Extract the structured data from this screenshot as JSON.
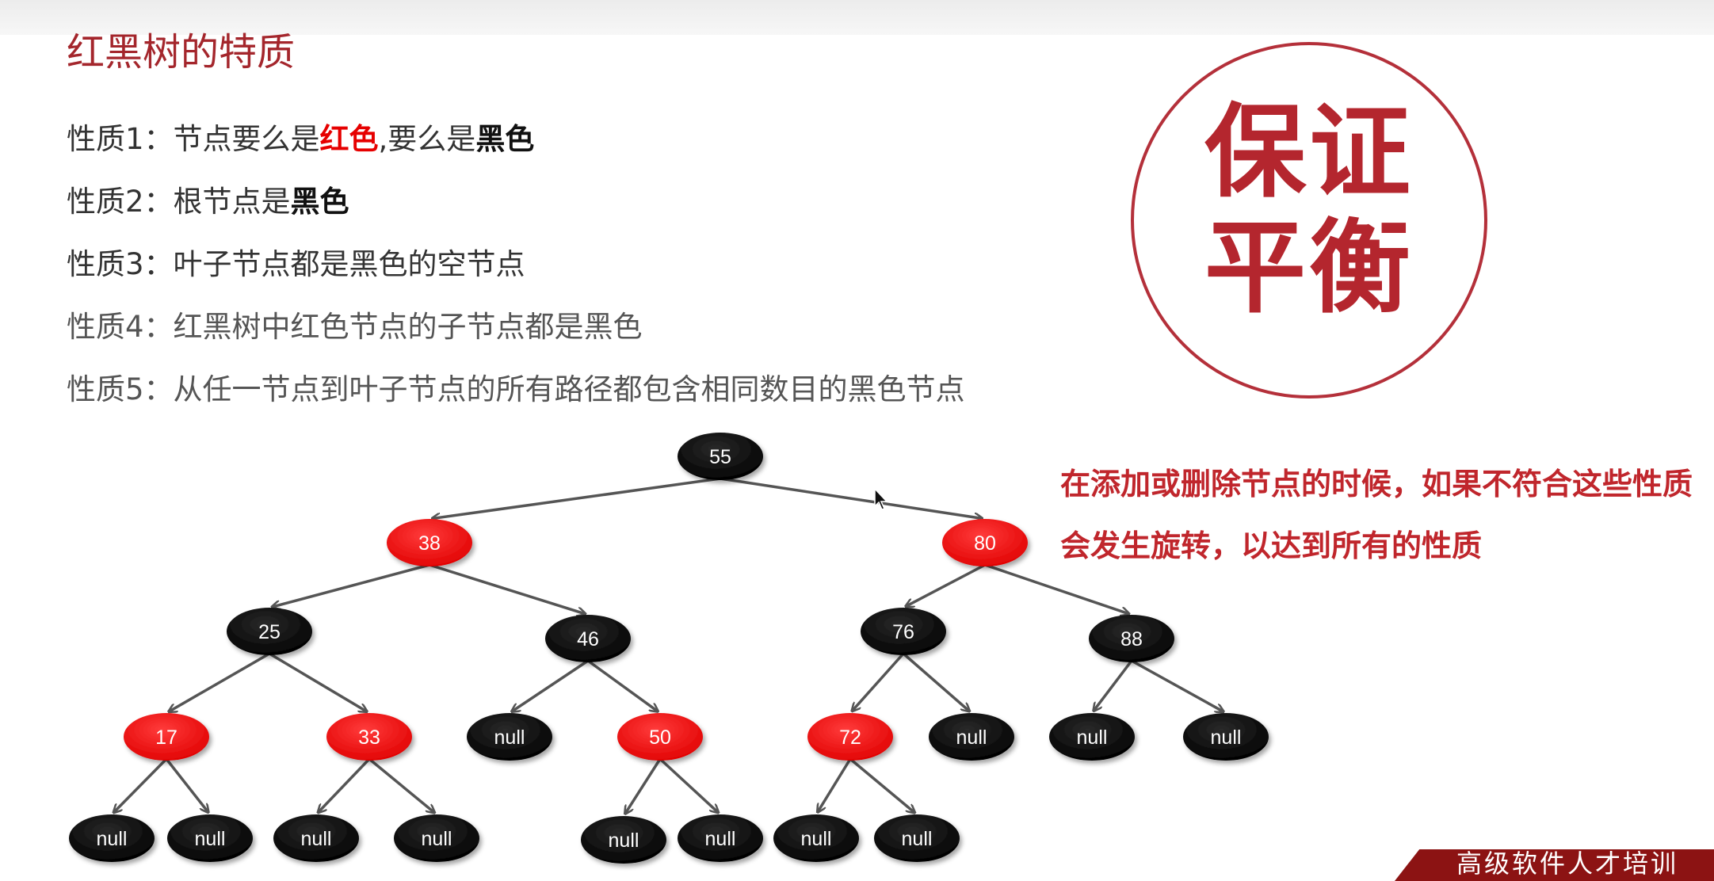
{
  "slide": {
    "title": "红黑树的特质"
  },
  "properties": [
    {
      "prefix": "性质1：节点要么是",
      "red": "红色",
      "middle": ",要么是",
      "black": "黑色"
    },
    {
      "prefix": "性质2：根节点是",
      "black": "黑色"
    },
    {
      "text": "性质3：叶子节点都是黑色的空节点"
    },
    {
      "text": "性质4：红黑树中红色节点的子节点都是黑色"
    },
    {
      "text": "性质5：从任一节点到叶子节点的所有路径都包含相同数目的黑色节点"
    }
  ],
  "seal": {
    "line1": "保证",
    "line2": "平衡"
  },
  "note": {
    "text": "在添加或删除节点的时候，如果不符合这些性质会发生旋转，以达到所有的性质"
  },
  "footer": {
    "text": "高级软件人才培训"
  },
  "colors": {
    "red_node": "#f20000",
    "black_node": "#050505",
    "accent": "#a4262c"
  },
  "tree": {
    "nodes": [
      {
        "id": "n55",
        "label": "55",
        "color": "black"
      },
      {
        "id": "n38",
        "label": "38",
        "color": "red"
      },
      {
        "id": "n80",
        "label": "80",
        "color": "red"
      },
      {
        "id": "n25",
        "label": "25",
        "color": "black"
      },
      {
        "id": "n46",
        "label": "46",
        "color": "black"
      },
      {
        "id": "n76",
        "label": "76",
        "color": "black"
      },
      {
        "id": "n88",
        "label": "88",
        "color": "black"
      },
      {
        "id": "n17",
        "label": "17",
        "color": "red"
      },
      {
        "id": "n33",
        "label": "33",
        "color": "red"
      },
      {
        "id": "n46l",
        "label": "null",
        "color": "black"
      },
      {
        "id": "n50",
        "label": "50",
        "color": "red"
      },
      {
        "id": "n72",
        "label": "72",
        "color": "red"
      },
      {
        "id": "n76r",
        "label": "null",
        "color": "black"
      },
      {
        "id": "n88l",
        "label": "null",
        "color": "black"
      },
      {
        "id": "n88r",
        "label": "null",
        "color": "black"
      },
      {
        "id": "n17l",
        "label": "null",
        "color": "black"
      },
      {
        "id": "n17r",
        "label": "null",
        "color": "black"
      },
      {
        "id": "n33l",
        "label": "null",
        "color": "black"
      },
      {
        "id": "n33r",
        "label": "null",
        "color": "black"
      },
      {
        "id": "n50l",
        "label": "null",
        "color": "black"
      },
      {
        "id": "n50r",
        "label": "null",
        "color": "black"
      },
      {
        "id": "n72l",
        "label": "null",
        "color": "black"
      },
      {
        "id": "n72r",
        "label": "null",
        "color": "black"
      }
    ],
    "edges": [
      [
        "n55",
        "n38"
      ],
      [
        "n55",
        "n80"
      ],
      [
        "n38",
        "n25"
      ],
      [
        "n38",
        "n46"
      ],
      [
        "n80",
        "n76"
      ],
      [
        "n80",
        "n88"
      ],
      [
        "n25",
        "n17"
      ],
      [
        "n25",
        "n33"
      ],
      [
        "n46",
        "n46l"
      ],
      [
        "n46",
        "n50"
      ],
      [
        "n76",
        "n72"
      ],
      [
        "n76",
        "n76r"
      ],
      [
        "n88",
        "n88l"
      ],
      [
        "n88",
        "n88r"
      ],
      [
        "n17",
        "n17l"
      ],
      [
        "n17",
        "n17r"
      ],
      [
        "n33",
        "n33l"
      ],
      [
        "n33",
        "n33r"
      ],
      [
        "n50",
        "n50l"
      ],
      [
        "n50",
        "n50r"
      ],
      [
        "n72",
        "n72l"
      ],
      [
        "n72",
        "n72r"
      ]
    ]
  }
}
